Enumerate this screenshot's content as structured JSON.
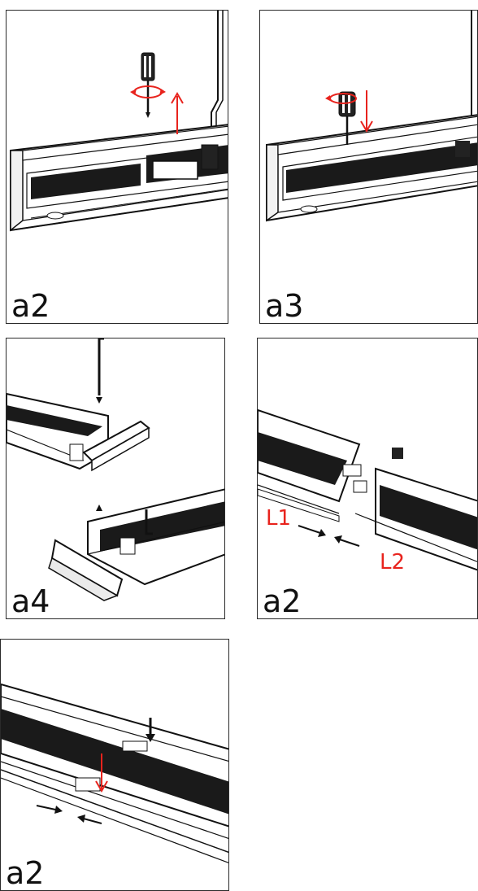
{
  "panels": [
    {
      "label": "a2"
    },
    {
      "label": "a3"
    },
    {
      "label": "a4"
    },
    {
      "label": "a2",
      "callouts": [
        "L1",
        "L2"
      ]
    },
    {
      "label": "a2"
    }
  ],
  "colors": {
    "line": "#111111",
    "accent": "#e8231d",
    "fill_dark": "#1a1a1a"
  }
}
